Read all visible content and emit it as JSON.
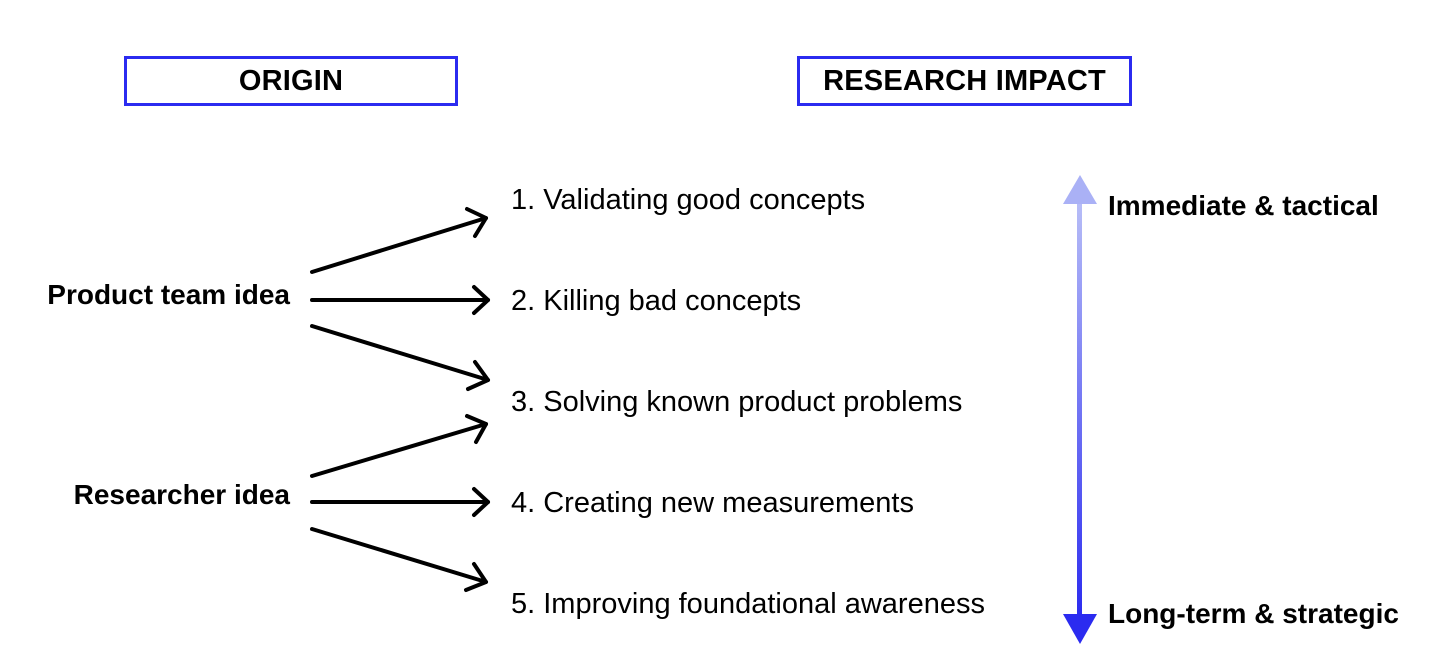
{
  "headers": {
    "origin": "ORIGIN",
    "impact": "RESEARCH IMPACT"
  },
  "sources": {
    "product": "Product team idea",
    "researcher": "Researcher idea"
  },
  "impacts": [
    "1. Validating good concepts",
    "2. Killing bad concepts",
    "3. Solving known product problems",
    "4. Creating new measurements",
    "5. Improving foundational awareness"
  ],
  "scale": {
    "top": "Immediate & tactical",
    "bottom": "Long-term & strategic"
  },
  "colors": {
    "accent": "#2b2bf0",
    "accent_light": "#a9b0f5",
    "text": "#000000"
  }
}
